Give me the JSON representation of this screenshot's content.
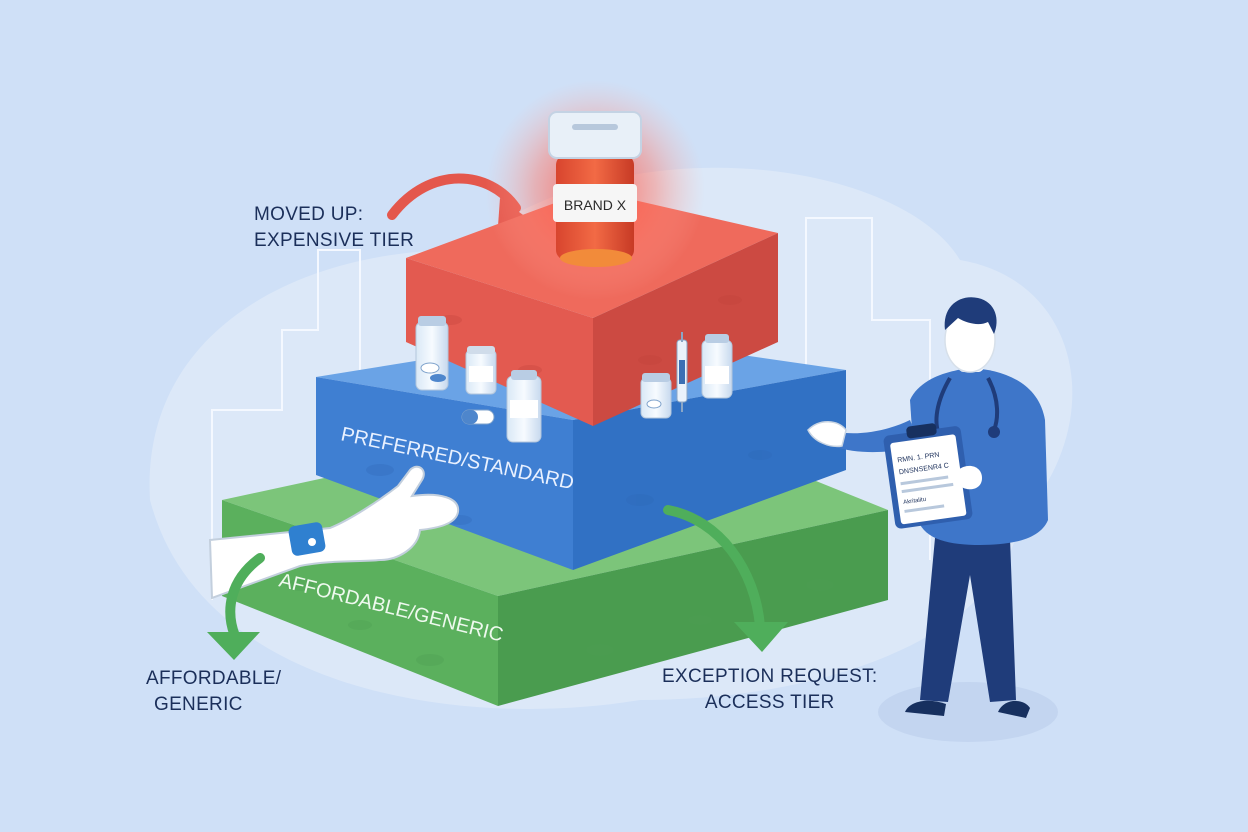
{
  "callouts": {
    "moved_up": {
      "line1": "MOVED UP:",
      "line2": "EXPENSIVE TIER"
    },
    "affordable": {
      "line1": "AFFORDABLE/",
      "line2": "GENERIC"
    },
    "exception": {
      "line1": "EXCEPTION REQUEST:",
      "line2": "ACCESS TIER"
    }
  },
  "tiers": {
    "top_label": "",
    "middle_label": "PREFERRED/STANDARD",
    "bottom_label": "AFFORDABLE/GENERIC"
  },
  "bottle_label": "BRAND X",
  "clipboard_lines": [
    "RMN. 1. PRN",
    "DNSNSENR4 C",
    "Akritalitu"
  ],
  "colors": {
    "background": "#cfe0f7",
    "top_tier": "#e35a50",
    "middle_tier": "#3f7fd2",
    "bottom_tier": "#5bb05d",
    "text": "#1b2f5a",
    "arrow_red": "#e4574c",
    "arrow_green": "#4fae5b"
  },
  "icons": [
    "pill-bottle-icon",
    "vial-icon",
    "syringe-icon",
    "capsule-icon",
    "clipboard-icon",
    "stethoscope-icon"
  ]
}
